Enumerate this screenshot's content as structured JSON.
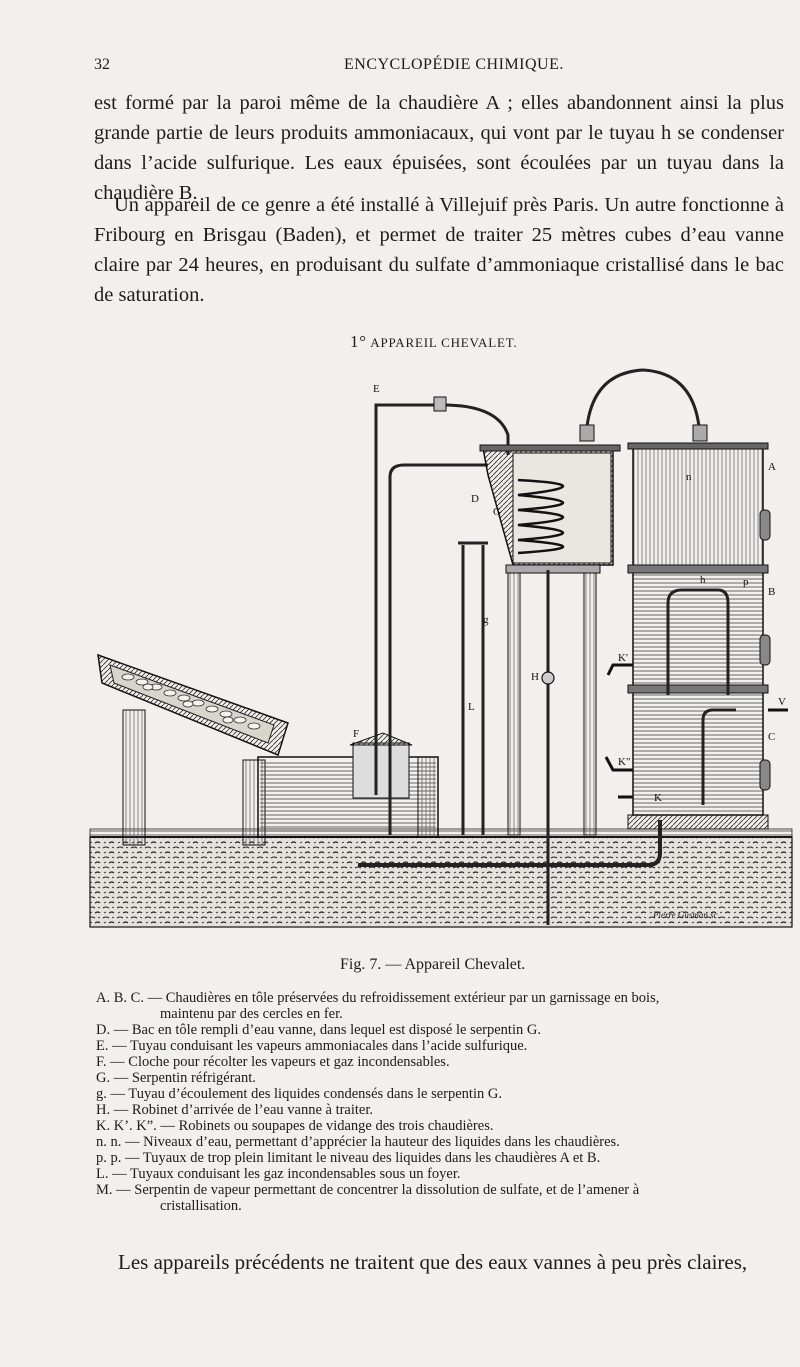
{
  "header": {
    "page_number": "32",
    "running_title": "ENCYCLOPÉDIE CHIMIQUE."
  },
  "paragraphs": [
    "est formé par la paroi même de la chaudière A ; elles abandonnent ainsi la plus grande partie de leurs produits ammoniacaux, qui vont par le tuyau h se condenser dans l’acide sulfurique. Les eaux épuisées, sont écoulées par un tuyau dans la chaudière B.",
    "Un appareil de ce genre a été installé à Villejuif près Paris. Un autre fonctionne à Fribourg en Brisgau (Baden), et permet de traiter 25 mètres cubes d’eau vanne claire par 24 heures, en produisant du sulfate d’ammoniaque cristallisé dans le bac de saturation.",
    "Les appareils précédents ne traitent que des eaux vannes à peu près claires,"
  ],
  "figure": {
    "heading_number": "1°",
    "heading": "APPAREIL CHEVALET.",
    "caption": "Fig. 7. — Appareil Chevalet.",
    "engraver_signature": "Pierre Gusman sc.",
    "labels": {
      "E": "E",
      "D": "D",
      "G": "G",
      "g": "g",
      "L": "L",
      "H": "H",
      "F": "F",
      "A": "A",
      "B": "B",
      "n": "n",
      "p": "p",
      "K": "K",
      "K1": "K'",
      "K2": "K\"",
      "h": "h",
      "V": "V",
      "C": "C"
    }
  },
  "legend": [
    {
      "key": "A. B. C. —",
      "desc": "Chaudières en tôle préservées du refroidissement extérieur par un garnissage en bois,",
      "cont": "maintenu par des cercles en fer."
    },
    {
      "key": "D. —",
      "desc": "Bac en tôle rempli d’eau vanne, dans lequel est disposé le serpentin G."
    },
    {
      "key": "E. —",
      "desc": "Tuyau conduisant les vapeurs ammoniacales dans l’acide sulfurique."
    },
    {
      "key": "F. —",
      "desc": "Cloche pour récolter les vapeurs et gaz incondensables."
    },
    {
      "key": "G. —",
      "desc": "Serpentin réfrigérant."
    },
    {
      "key": "g. —",
      "desc": "Tuyau d’écoulement des liquides condensés dans le serpentin G."
    },
    {
      "key": "H. —",
      "desc": "Robinet d’arrivée de l’eau vanne à traiter."
    },
    {
      "key": "K. K’. K”. —",
      "desc": "Robinets ou soupapes de vidange des trois chaudières."
    },
    {
      "key": "n. n. —",
      "desc": "Niveaux d’eau, permettant d’apprécier la hauteur des liquides dans les chaudières."
    },
    {
      "key": "p. p. —",
      "desc": "Tuyaux de trop plein limitant le niveau des liquides dans les chaudières A et B."
    },
    {
      "key": "L. —",
      "desc": "Tuyaux conduisant les gaz incondensables sous un foyer."
    },
    {
      "key": "M. —",
      "desc": "Serpentin de vapeur permettant de concentrer la dissolution de sulfate, et de l’amener à",
      "cont": "cristallisation."
    }
  ]
}
